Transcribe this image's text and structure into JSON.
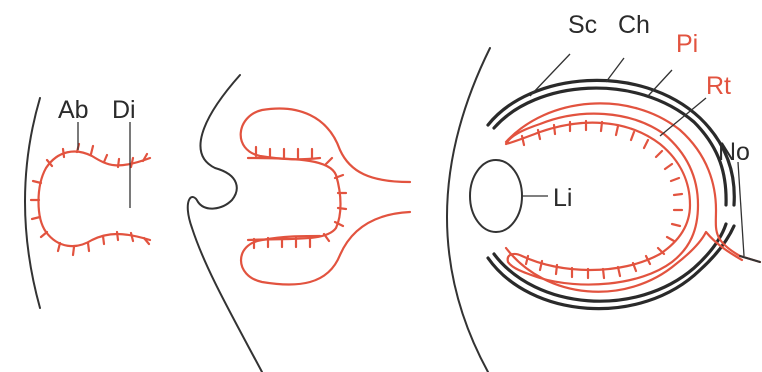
{
  "labels": {
    "ab": "Ab",
    "di": "Di",
    "sc": "Sc",
    "ch": "Ch",
    "pi": "Pi",
    "rt": "Rt",
    "no": "No",
    "li": "Li"
  },
  "colors": {
    "ink": "#333333",
    "red": "#e2533f",
    "background": "#ffffff"
  }
}
